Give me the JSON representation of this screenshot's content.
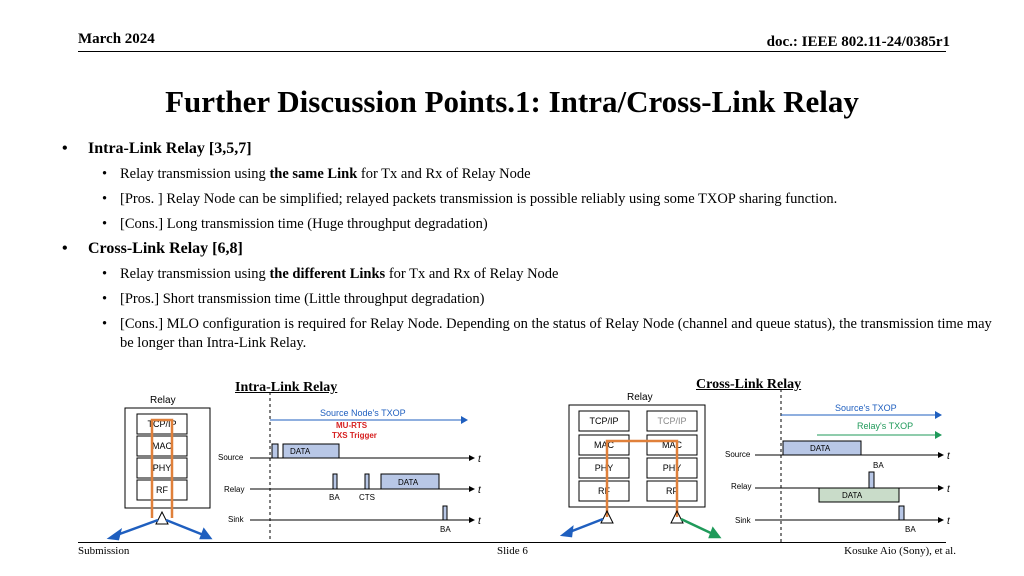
{
  "header": {
    "date": "March 2024",
    "doc": "doc.: IEEE 802.11-24/0385r1"
  },
  "title": "Further Discussion Points.1: Intra/Cross-Link Relay",
  "intra": {
    "heading": "Intra-Link Relay [3,5,7]",
    "b1_pre": "Relay transmission using ",
    "b1_bold": "the same Link",
    "b1_post": " for Tx and Rx of Relay Node",
    "b2": "[Pros. ] Relay Node can be simplified; relayed packets transmission is possible reliably using some TXOP sharing function.",
    "b3": "[Cons.] Long transmission time (Huge throughput degradation)"
  },
  "cross": {
    "heading": "Cross-Link Relay [6,8]",
    "b1_pre": "Relay transmission using ",
    "b1_bold": "the different Links",
    "b1_post": " for Tx and Rx of Relay Node",
    "b2": "[Pros.] Short transmission time (Little throughput degradation)",
    "b3": "[Cons.] MLO configuration is required for Relay Node. Depending on the status of Relay Node (channel and queue status), the transmission time may be longer than Intra-Link Relay."
  },
  "fig_intra": {
    "caption": "Intra-Link Relay",
    "relay": "Relay",
    "stack": [
      "TCP/IP",
      "MAC",
      "PHY",
      "RF"
    ],
    "txop": "Source Node's TXOP",
    "trigger1": "MU-RTS",
    "trigger2": "TXS Trigger",
    "rows": [
      "Source",
      "Relay",
      "Sink"
    ],
    "data": "DATA",
    "ba": "BA",
    "cts": "CTS",
    "t": "t"
  },
  "fig_cross": {
    "caption": "Cross-Link Relay",
    "relay": "Relay",
    "stack_a": [
      "TCP/IP",
      "MAC",
      "PHY",
      "RF"
    ],
    "stack_b": [
      "TCP/IP",
      "MAC",
      "PHY",
      "RF"
    ],
    "txop1": "Source's TXOP",
    "txop2": "Relay's TXOP",
    "rows": [
      "Source",
      "Relay",
      "Sink"
    ],
    "data": "DATA",
    "ba": "BA",
    "t": "t"
  },
  "footer": {
    "left": "Submission",
    "center": "Slide 6",
    "right": "Kosuke Aio (Sony), et al."
  },
  "colors": {
    "blue": "#1f5fbf",
    "orange": "#e0803a",
    "green": "#1f9a5a",
    "red": "#d62020",
    "box": "#b8c7e6"
  }
}
